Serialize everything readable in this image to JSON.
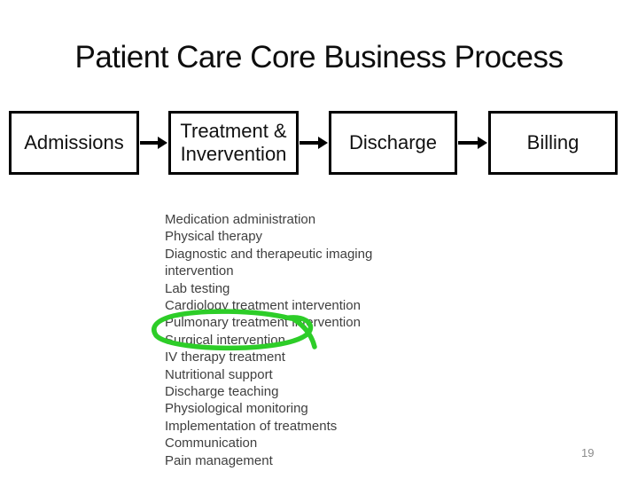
{
  "slide": {
    "title": "Patient Care Core Business Process",
    "page_number": "19",
    "background_color": "#ffffff"
  },
  "flow_diagram": {
    "boxes": [
      {
        "label": "Admissions"
      },
      {
        "label": "Treatment &\nInvervention"
      },
      {
        "label": "Discharge"
      },
      {
        "label": "Billing"
      }
    ],
    "connector_style": "right-arrow",
    "border_color": "#000000"
  },
  "treatment_list": {
    "lines": [
      "Medication administration",
      "Physical therapy",
      "Diagnostic and therapeutic imaging",
      "intervention",
      "Lab testing",
      "Cardiology treatment intervention",
      "Pulmonary treatment intervention",
      "Surgical intervention",
      "IV therapy treatment",
      "Nutritional support",
      "Discharge teaching",
      "Physiological monitoring",
      "Implementation of treatments",
      "Communication",
      "Pain management"
    ]
  },
  "annotation": {
    "shape": "hand-drawn-oval",
    "highlights": "Surgical intervention",
    "color": "#2dcd28"
  }
}
